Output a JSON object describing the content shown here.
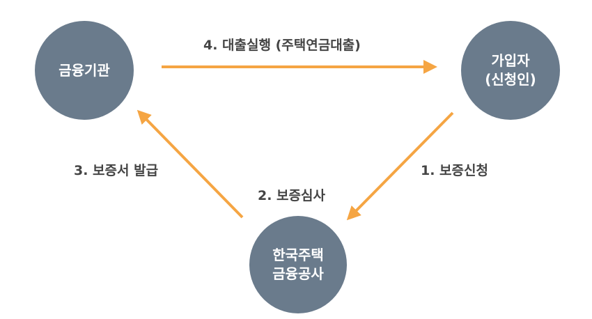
{
  "colors": {
    "node": "#6a7b8c",
    "arrow": "#f5a543",
    "label_text": "#444444",
    "node_text": "#ffffff"
  },
  "nodes": {
    "financial_institution": {
      "line1": "금융기관"
    },
    "subscriber": {
      "line1": "가입자",
      "line2": "(신청인)"
    },
    "hf": {
      "line1": "한국주택",
      "line2": "금융공사"
    }
  },
  "steps": {
    "step1": "1. 보증신청",
    "step2": "2. 보증심사",
    "step3": "3. 보증서 발급",
    "step4": "4. 대출실행 (주택연금대출)"
  }
}
